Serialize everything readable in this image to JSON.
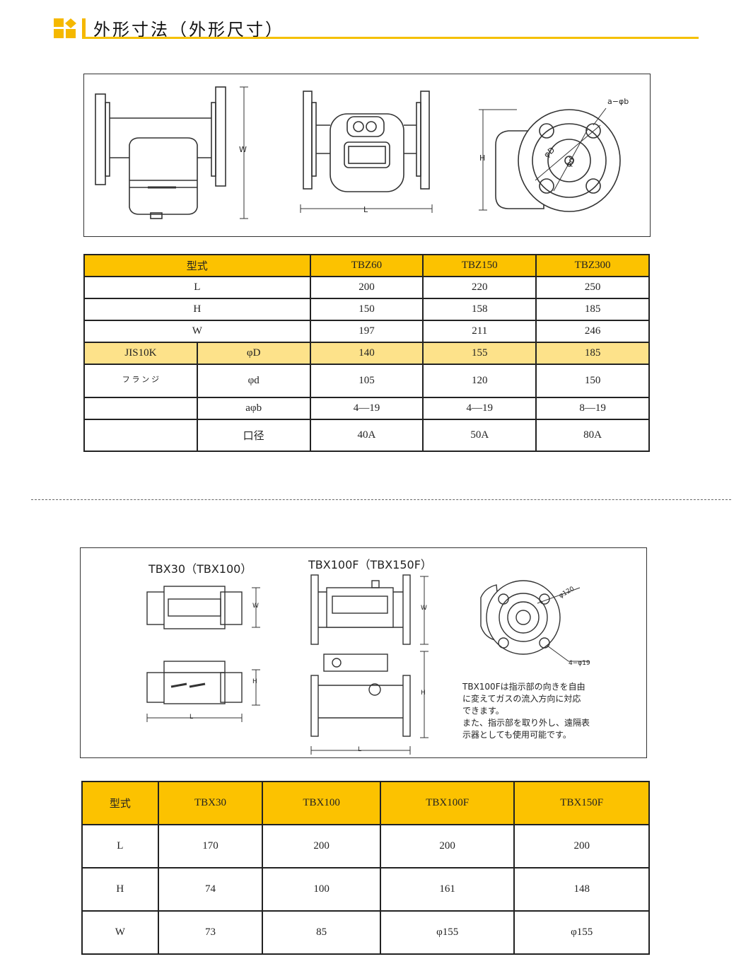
{
  "header": {
    "title": "外形寸法（外形尺寸）"
  },
  "figure1": {
    "labels": {
      "w": "W",
      "l": "L",
      "h": "H",
      "a_phi_b": "a−φb",
      "phi_d_big": "φD",
      "phi_d_small": "φd"
    }
  },
  "table1": {
    "head": [
      "型式",
      "TBZ60",
      "TBZ150",
      "TBZ300"
    ],
    "rows": [
      [
        "L",
        "200",
        "220",
        "250"
      ],
      [
        "H",
        "150",
        "158",
        "185"
      ],
      [
        "W",
        "197",
        "211",
        "246"
      ]
    ],
    "flange_label": "JIS10K",
    "flange_sub": "フ ラ ン ジ",
    "flange_rows": [
      [
        "φD",
        "140",
        "155",
        "185"
      ],
      [
        "φd",
        "105",
        "120",
        "150"
      ],
      [
        "aφb",
        "4—19",
        "4—19",
        "8—19"
      ],
      [
        "口径",
        "40A",
        "50A",
        "80A"
      ]
    ]
  },
  "figure2": {
    "title_left": "TBX30（TBX100）",
    "title_mid": "TBX100F（TBX150F）",
    "labels": {
      "w": "W",
      "h": "H",
      "l": "L",
      "phi120": "φ120",
      "hole": "4−φ19"
    },
    "note": [
      "TBX100Fは指示部の向きを自由",
      "に変えてガスの流入方向に対応",
      "できます。",
      "また、指示部を取り外し、遠隔表",
      "示器としても使用可能です。"
    ]
  },
  "table2": {
    "head": [
      "型式",
      "TBX30",
      "TBX100",
      "TBX100F",
      "TBX150F"
    ],
    "rows": [
      [
        "L",
        "170",
        "200",
        "200",
        "200"
      ],
      [
        "H",
        "74",
        "100",
        "161",
        "148"
      ],
      [
        "W",
        "73",
        "85",
        "φ155",
        "φ155"
      ]
    ]
  },
  "colors": {
    "accent": "#fcc200",
    "accent_light": "#fde28a",
    "rule": "#f5c000"
  }
}
